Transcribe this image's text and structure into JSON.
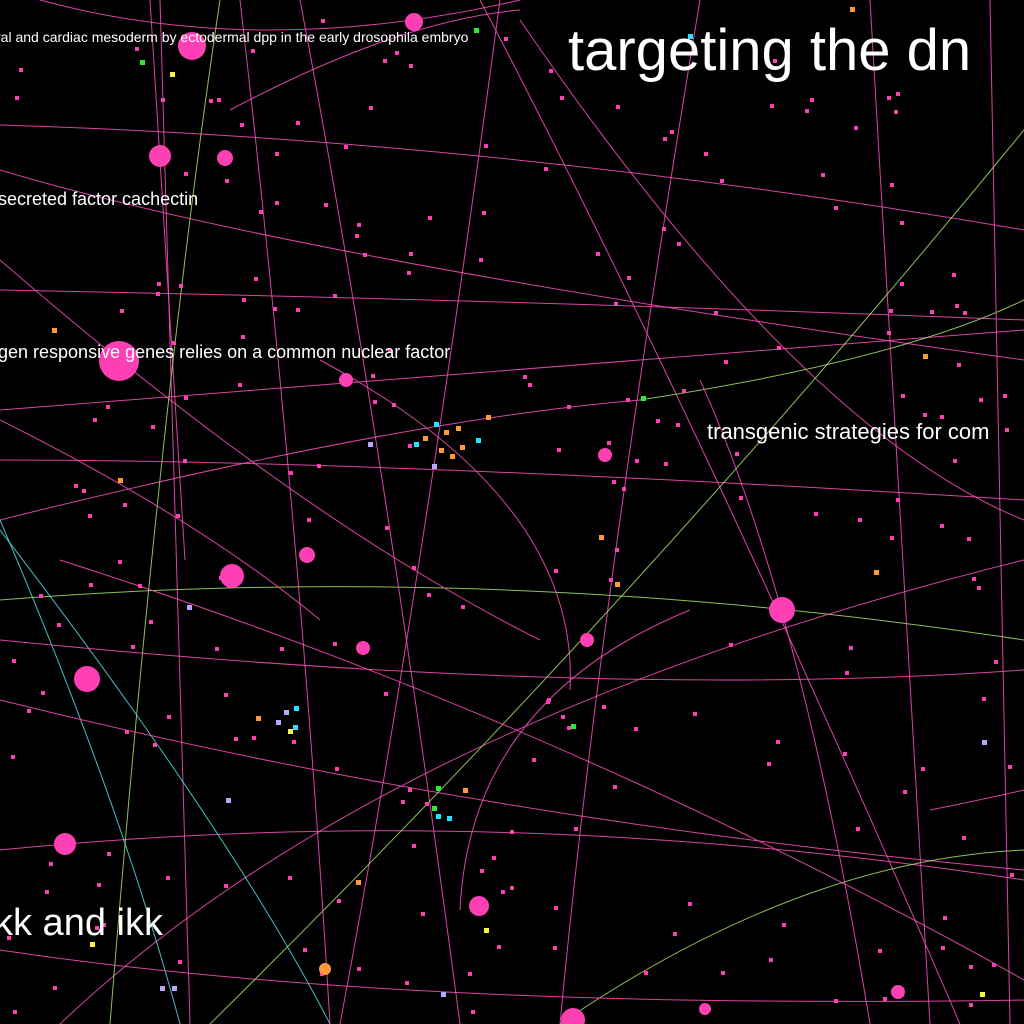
{
  "labels": [
    "targeting the dn",
    "ral and cardiac mesoderm by ectodermal dpp in the early drosophila embryo",
    "secreted factor cachectin",
    "gen responsive genes relies on a common nuclear factor",
    "transgenic strategies for com",
    "kk and ikk"
  ],
  "colors": {
    "background": "#000000",
    "node": "#ff3fb4",
    "edge": "#ff4fc0",
    "edge_alt_green": "#a6e36a",
    "edge_alt_cyan": "#55e0e8",
    "label": "#ffffff",
    "accent_orange": "#ff9a3c",
    "accent_cyan": "#27e1ff",
    "accent_green": "#2dea3a",
    "accent_yellow": "#f5f542",
    "accent_lavender": "#b7a8ff"
  }
}
